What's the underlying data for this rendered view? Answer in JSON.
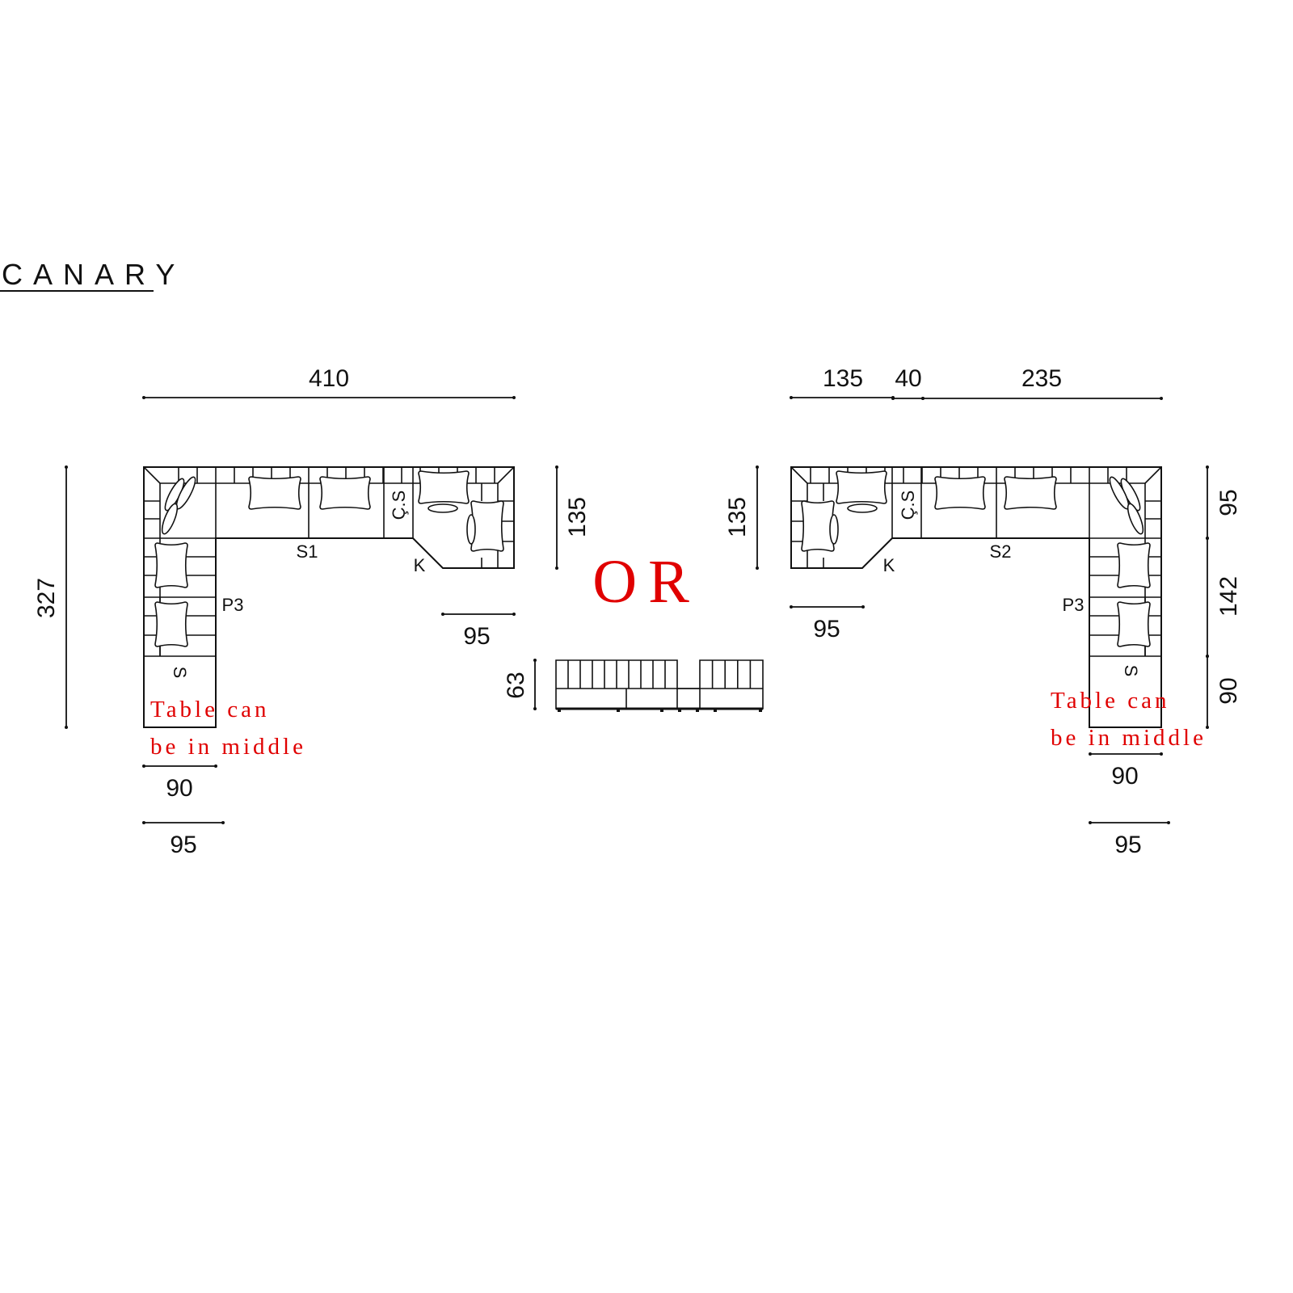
{
  "title": "CANARY",
  "separator_text": "OR",
  "colors": {
    "line": "#111111",
    "accent": "#e00000"
  },
  "left_layout": {
    "dims": {
      "top": "410",
      "left": "327",
      "right": "135",
      "corner_depth": "95",
      "bottom_inner": "90",
      "bottom_outer": "95"
    },
    "labels": {
      "seat": "S1",
      "corner": "K",
      "chaise": "Ç.S",
      "pouf": "P3",
      "end": "S"
    },
    "note_line1": "Table can",
    "note_line2": "be in middle"
  },
  "right_layout": {
    "dims": {
      "top_1": "135",
      "top_2": "40",
      "top_3": "235",
      "left": "135",
      "right_1": "95",
      "right_2": "142",
      "right_3": "90",
      "corner_depth": "95",
      "bottom_inner": "90",
      "bottom_outer": "95"
    },
    "labels": {
      "seat": "S2",
      "corner": "K",
      "chaise": "Ç.S",
      "pouf": "P3",
      "end": "S"
    },
    "note_line1": "Table can",
    "note_line2": "be in middle"
  },
  "front_view": {
    "height_dim": "63"
  }
}
